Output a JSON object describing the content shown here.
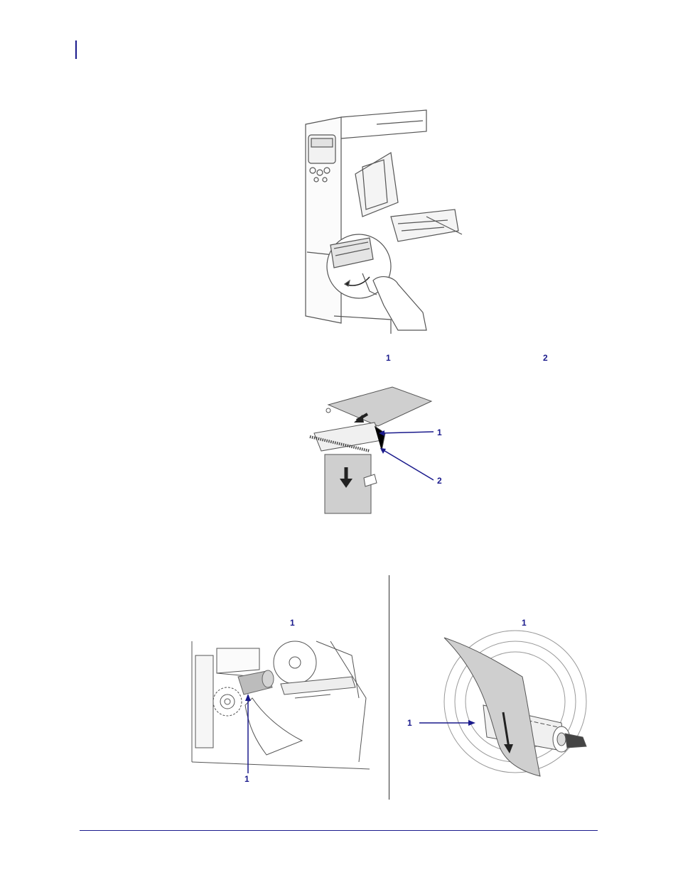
{
  "callouts": {
    "step_callout_1": "1",
    "step_callout_2": "2",
    "fig2_callout_1": "1",
    "fig2_callout_2": "2",
    "left_heading_callout": "1",
    "right_heading_callout": "1",
    "fig3_callout": "1",
    "fig4_callout": "1"
  },
  "colors": {
    "accent": "#1a1a8c",
    "line": "#555555",
    "media": "#cfcfcf"
  },
  "icons": {
    "arrow": "down-arrow-icon"
  }
}
